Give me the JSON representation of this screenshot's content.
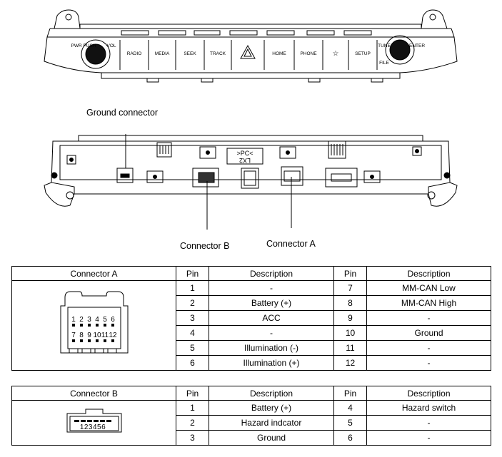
{
  "callouts": {
    "ground_connector": "Ground connector",
    "connector_b": "Connector B",
    "connector_a": "Connector A"
  },
  "panel_buttons": {
    "pwr_push": "PWR PUSH",
    "vol": "VOL",
    "radio": "RADIO",
    "media": "MEDIA",
    "seek": "SEEK",
    "track": "TRACK",
    "home": "HOME",
    "phone": "PHONE",
    "star": "☆",
    "setup": "SETUP",
    "tune": "TUNE",
    "file": "FILE",
    "enter": "ENTER"
  },
  "rear_marking": {
    "top": ">PC<",
    "bottom": "LX2"
  },
  "table_a": {
    "header": [
      "Connector A",
      "Pin",
      "Description",
      "Pin",
      "Description"
    ],
    "connector_pin_rows": [
      [
        "1",
        "2",
        "3",
        "4",
        "5",
        "6"
      ],
      [
        "7",
        "8",
        "9",
        "10",
        "11",
        "12"
      ]
    ],
    "rows": [
      {
        "pin_left": "1",
        "desc_left": "-",
        "pin_right": "7",
        "desc_right": "MM-CAN Low"
      },
      {
        "pin_left": "2",
        "desc_left": "Battery (+)",
        "pin_right": "8",
        "desc_right": "MM-CAN High"
      },
      {
        "pin_left": "3",
        "desc_left": "ACC",
        "pin_right": "9",
        "desc_right": "-"
      },
      {
        "pin_left": "4",
        "desc_left": "-",
        "pin_right": "10",
        "desc_right": "Ground"
      },
      {
        "pin_left": "5",
        "desc_left": "Illumination (-)",
        "pin_right": "11",
        "desc_right": "-"
      },
      {
        "pin_left": "6",
        "desc_left": "Illumination (+)",
        "pin_right": "12",
        "desc_right": "-"
      }
    ]
  },
  "table_b": {
    "header": [
      "Connector B",
      "Pin",
      "Description",
      "Pin",
      "Description"
    ],
    "connector_pin_labels": "123456",
    "rows": [
      {
        "pin_left": "1",
        "desc_left": "Battery (+)",
        "pin_right": "4",
        "desc_right": "Hazard switch"
      },
      {
        "pin_left": "2",
        "desc_left": "Hazard indcator",
        "pin_right": "5",
        "desc_right": "-"
      },
      {
        "pin_left": "3",
        "desc_left": "Ground",
        "pin_right": "6",
        "desc_right": "-"
      }
    ]
  }
}
